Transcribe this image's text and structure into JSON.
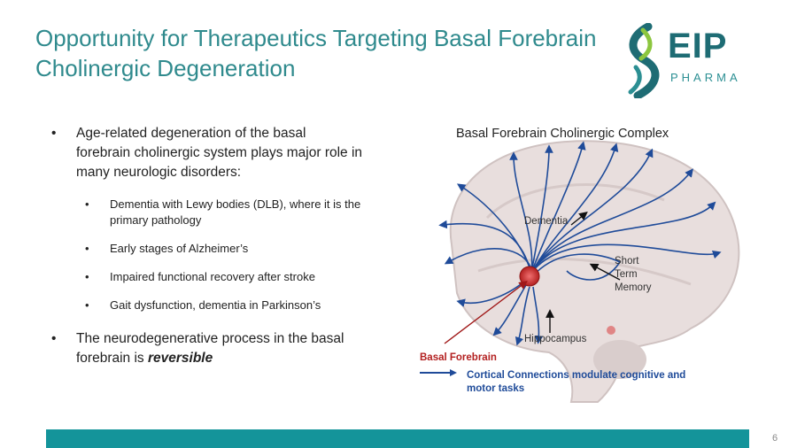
{
  "slide": {
    "title": "Opportunity for Therapeutics Targeting Basal Forebrain Cholinergic Degeneration",
    "page_number": "6"
  },
  "logo": {
    "word": "EIP",
    "sub": "PHARMA",
    "brand_color": "#1e6c74",
    "accent_color": "#2b8f93"
  },
  "bullets": {
    "main1": "Age-related degeneration of the basal forebrain cholinergic system plays major role in many neurologic disorders:",
    "subs": [
      "Dementia with Lewy bodies (DLB), where it is the primary pathology",
      "Early stages of Alzheimer’s",
      "Impaired functional recovery after stroke",
      "Gait dysfunction, dementia in Parkinson’s"
    ],
    "main2_prefix": "The neurodegenerative process in the basal forebrain is ",
    "main2_emph": "reversible"
  },
  "diagram": {
    "title": "Basal Forebrain Cholinergic Complex",
    "label_dementia": "Dementia",
    "label_short_term_memory": "Short Term Memory",
    "label_hippocampus": "Hippocampus",
    "label_basal_forebrain": "Basal Forebrain",
    "legend_text": "Cortical Connections modulate cognitive and motor tasks",
    "arrow_color": "#1f4b99",
    "forebrain_color": "#b32020"
  },
  "footer": {
    "bar_color": "#14949a"
  }
}
